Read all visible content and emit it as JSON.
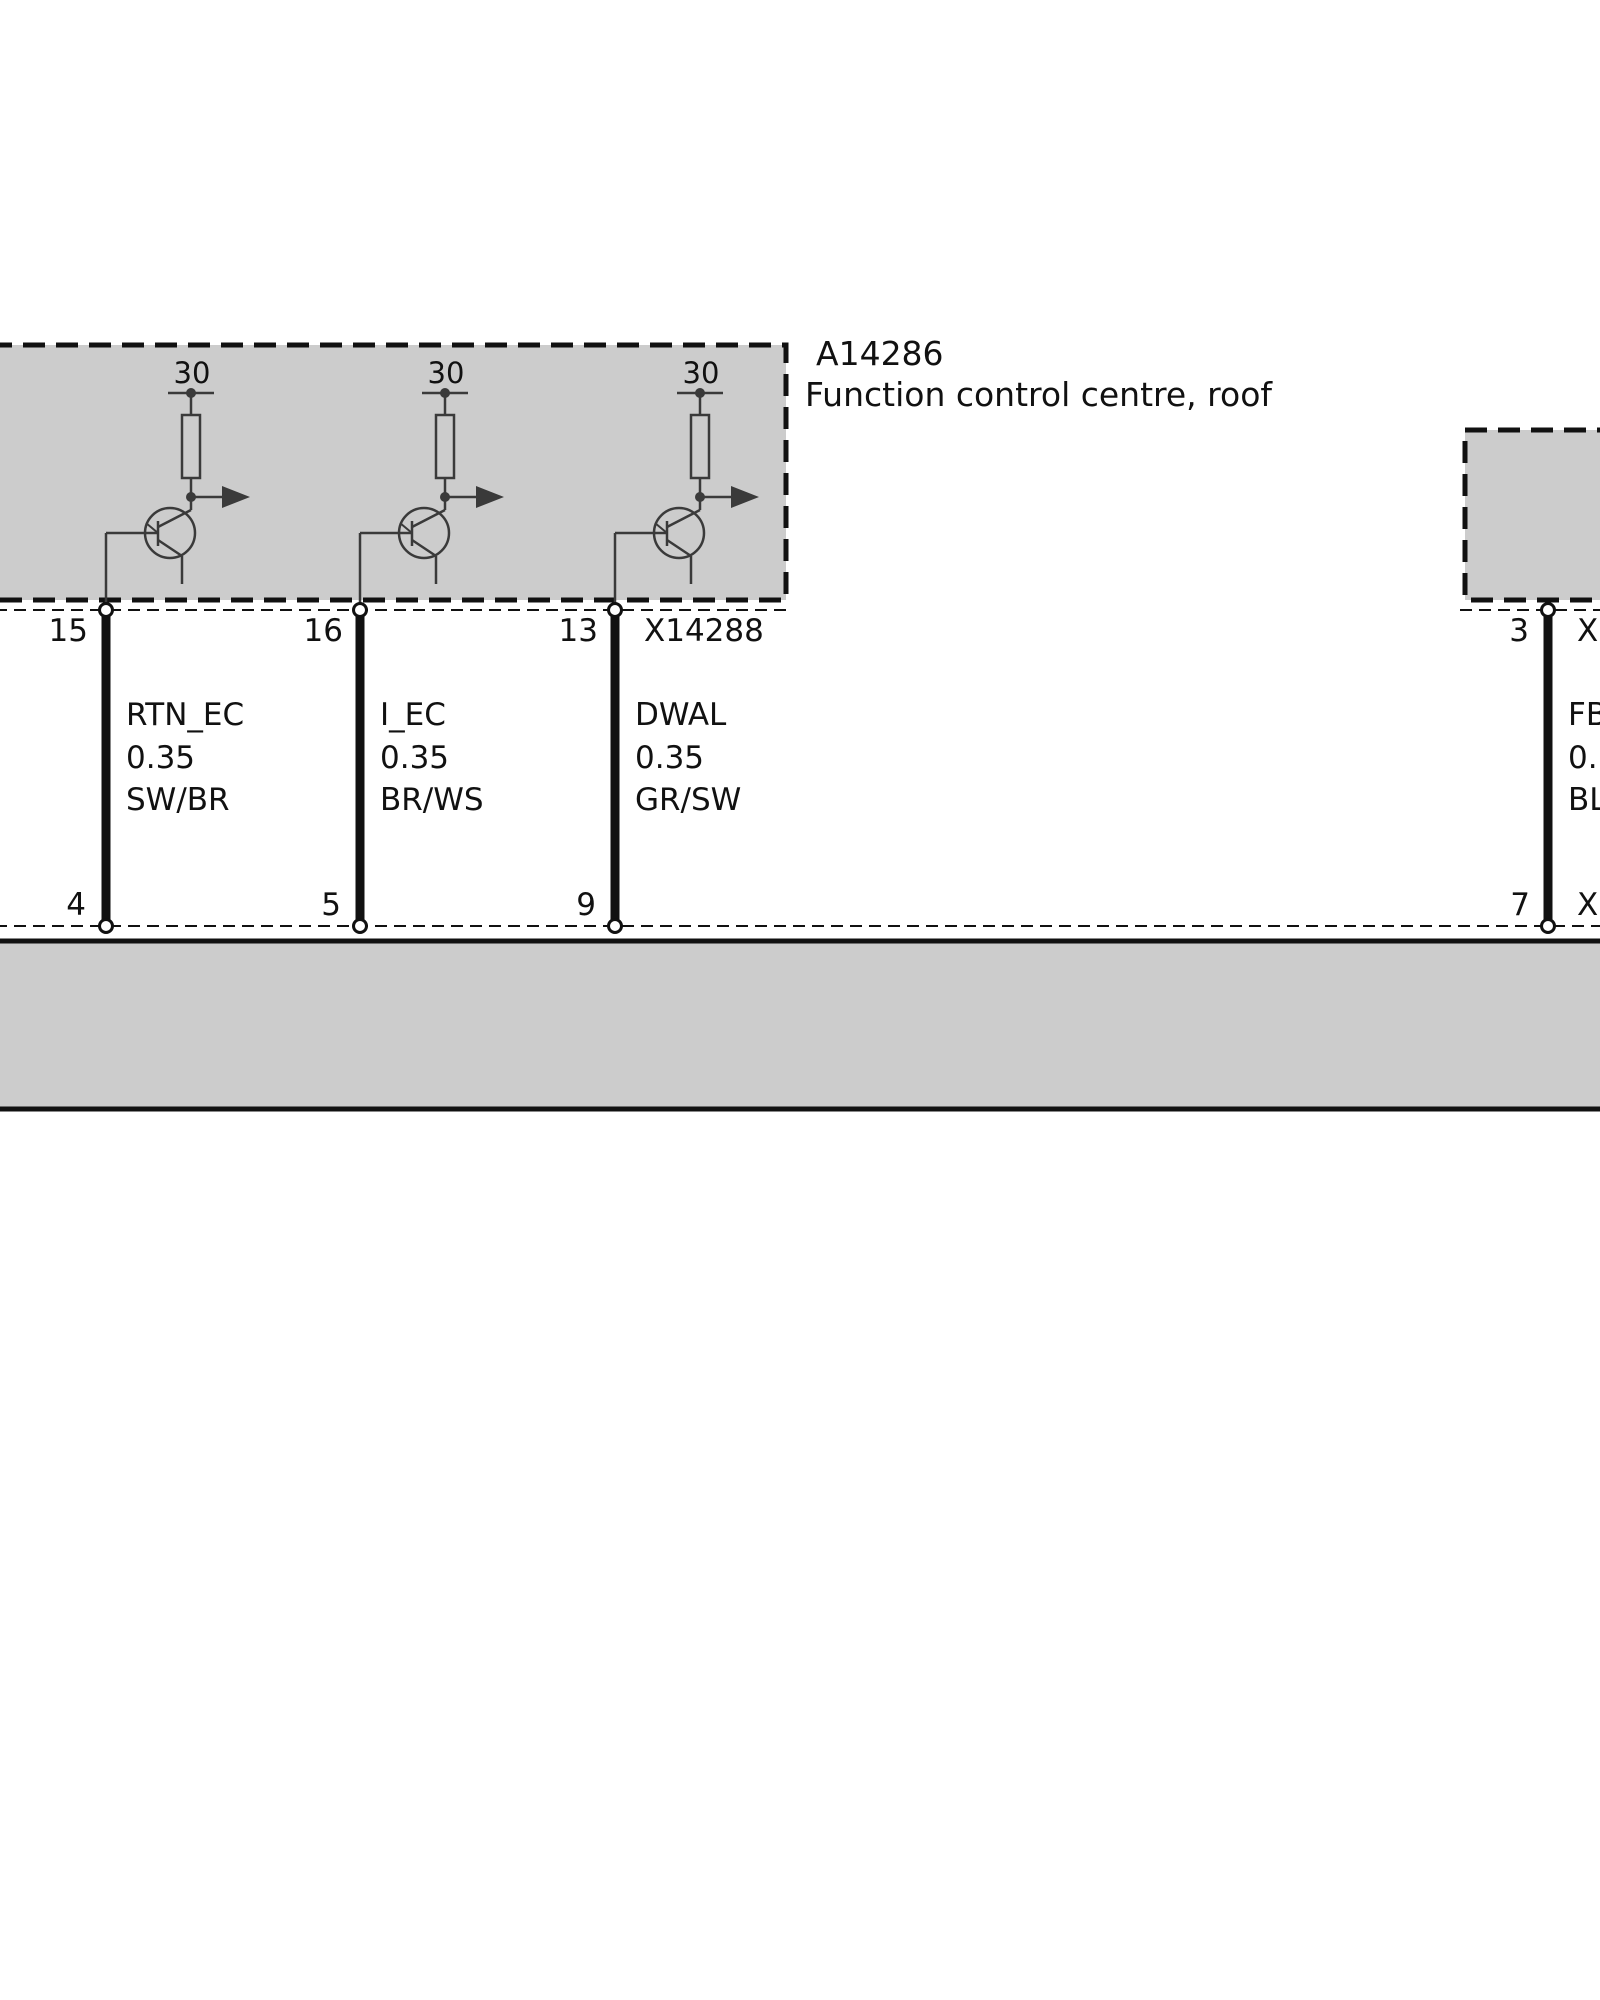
{
  "component": {
    "id": "A14286",
    "name": "Function control centre, roof"
  },
  "supply_labels": [
    "30",
    "30",
    "30"
  ],
  "connectors": {
    "upper": "X14288",
    "upper_right_partial": "X",
    "lower_right_partial": "X"
  },
  "wires": [
    {
      "upper_pin": "15",
      "lower_pin": "4",
      "signal": "RTN_EC",
      "size": "0.35",
      "color": "SW/BR"
    },
    {
      "upper_pin": "16",
      "lower_pin": "5",
      "signal": "I_EC",
      "size": "0.35",
      "color": "BR/WS"
    },
    {
      "upper_pin": "13",
      "lower_pin": "9",
      "signal": "DWAL",
      "size": "0.35",
      "color": "GR/SW"
    },
    {
      "upper_pin": "3",
      "lower_pin": "7",
      "signal": "FB",
      "size": "0.",
      "color": "BL"
    }
  ],
  "colors": {
    "module_fill": "#cccccc",
    "line": "#111111",
    "symbol": "#3a3a3a"
  }
}
